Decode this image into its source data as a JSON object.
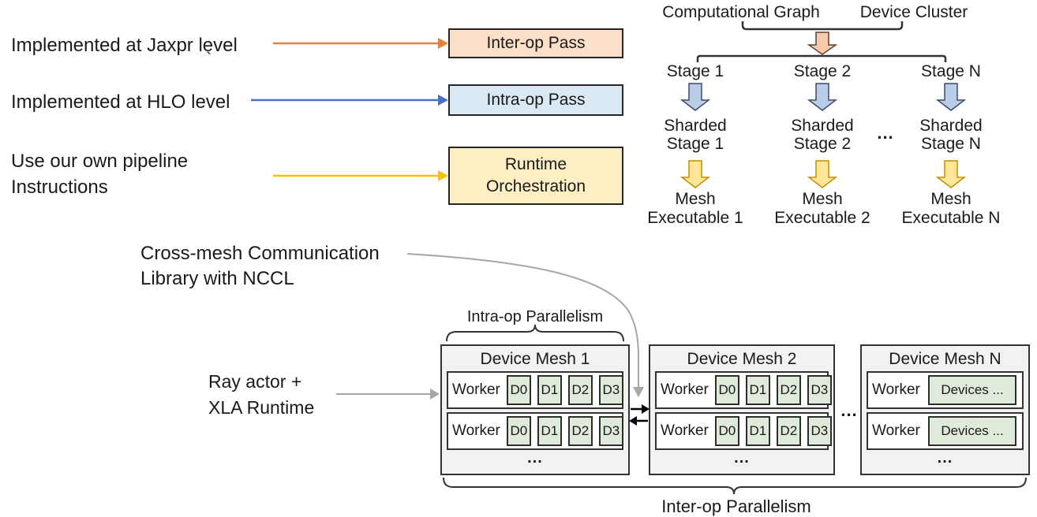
{
  "colors": {
    "orange_arrow": "#ED7D31",
    "blue_arrow": "#4472C4",
    "yellow_arrow": "#FFC000",
    "interop_box_fill": "#FBDFC8",
    "intraop_box_fill": "#DAE8F3",
    "runtime_box_fill": "#FDEEC4",
    "box_border": "#262626",
    "block_arrow_orange_fill": "#F8CBAD",
    "block_arrow_blue_fill": "#B9CCE8",
    "block_arrow_blue_stroke": "#3B4D6B",
    "block_arrow_yellow_fill": "#FFE699",
    "block_arrow_yellow_stroke": "#BF9000",
    "device_box_fill": "#DFEADA",
    "mesh_background": "#F2F2F2",
    "gray_connector": "#A6A6A6",
    "dark_line": "#333333",
    "black_arrow": "#000000"
  },
  "left_panel": {
    "rows": [
      {
        "label": "Implemented at Jaxpr level",
        "box_label": "Inter-op Pass"
      },
      {
        "label": "Implemented at HLO level",
        "box_label": "Intra-op Pass"
      },
      {
        "label": "Use our own pipeline\nInstructions",
        "box_label": "Runtime\nOrchestration"
      }
    ],
    "stray_mark": "`"
  },
  "flow": {
    "input_left": "Computational Graph",
    "input_right": "Device Cluster",
    "columns": [
      {
        "stage": "Stage 1",
        "sharded": "Sharded\nStage 1",
        "executable": "Mesh\nExecutable 1"
      },
      {
        "stage": "Stage 2",
        "sharded": "Sharded\nStage 2",
        "executable": "Mesh\nExecutable 2"
      },
      {
        "stage": "Stage N",
        "sharded": "Sharded\nStage N",
        "executable": "Mesh\nExecutable N"
      }
    ],
    "ellipsis": "..."
  },
  "cluster": {
    "cross_mesh_label": "Cross-mesh Communication\nLibrary with NCCL",
    "ray_label": "Ray actor +\nXLA Runtime",
    "intra_op_label": "Intra-op Parallelism",
    "inter_op_label": "Inter-op Parallelism",
    "mesh_gap_ellipsis": "...",
    "meshes": [
      {
        "title": "Device Mesh 1",
        "rows": [
          {
            "worker": "Worker",
            "devices": [
              "D0",
              "D1",
              "D2",
              "D3"
            ]
          },
          {
            "worker": "Worker",
            "devices": [
              "D0",
              "D1",
              "D2",
              "D3"
            ]
          }
        ],
        "ellipsis": "..."
      },
      {
        "title": "Device Mesh 2",
        "rows": [
          {
            "worker": "Worker",
            "devices": [
              "D0",
              "D1",
              "D2",
              "D3"
            ]
          },
          {
            "worker": "Worker",
            "devices": [
              "D0",
              "D1",
              "D2",
              "D3"
            ]
          }
        ],
        "ellipsis": "..."
      },
      {
        "title": "Device Mesh N",
        "rows": [
          {
            "worker": "Worker",
            "devices": [
              "Devices ..."
            ]
          },
          {
            "worker": "Worker",
            "devices": [
              "Devices ..."
            ]
          }
        ],
        "ellipsis": "..."
      }
    ]
  }
}
